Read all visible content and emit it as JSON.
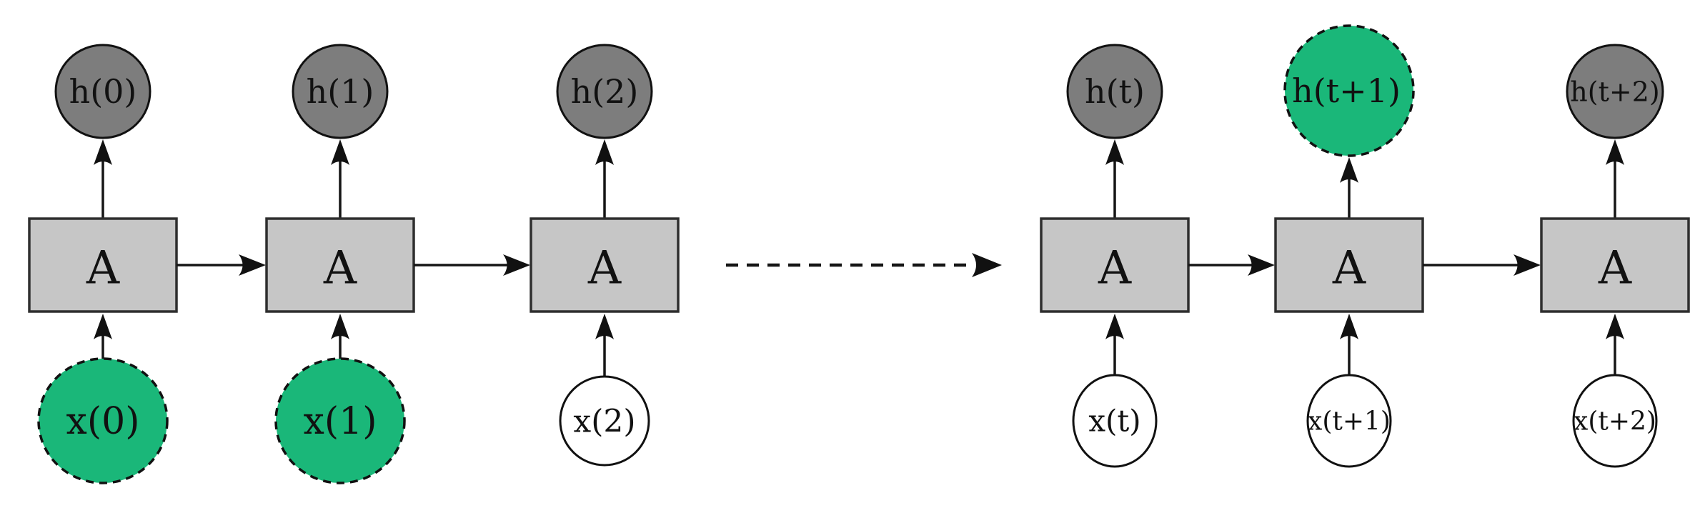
{
  "labels": {
    "cell": "A",
    "hidden": {
      "h0": "h(0)",
      "h1": "h(1)",
      "h2": "h(2)",
      "ht": "h(t)",
      "ht1": "h(t+1)",
      "ht2": "h(t+2)"
    },
    "inputs": {
      "x0": "x(0)",
      "x1": "x(1)",
      "x2": "x(2)",
      "xt": "x(t)",
      "xt1": "x(t+1)",
      "xt2": "x(t+2)"
    }
  },
  "colors": {
    "hidden_fill": "#7d7d7d",
    "highlight_fill": "#1ab779",
    "cell_fill": "#c6c6c6",
    "input_fill": "#ffffff",
    "background": "#ffffff"
  }
}
